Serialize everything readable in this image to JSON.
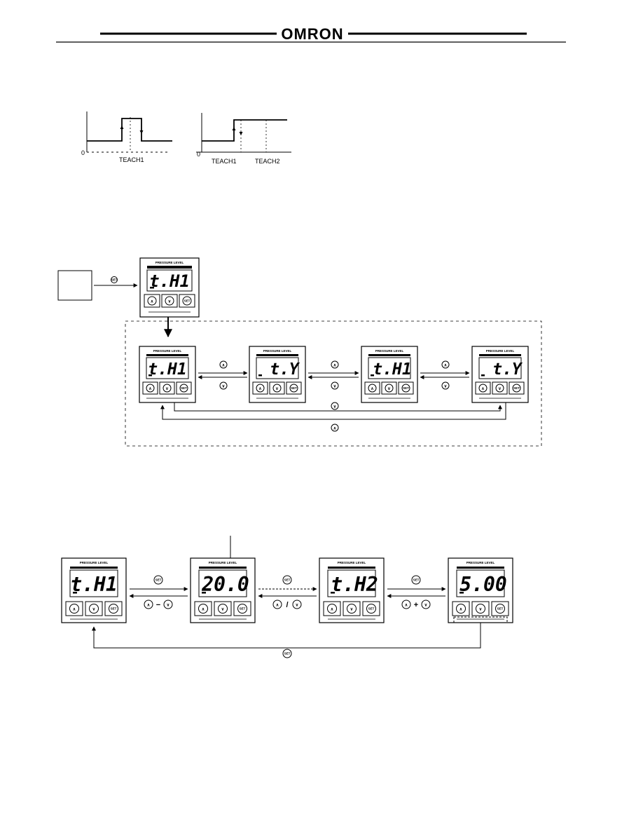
{
  "header": {
    "brand": "OMRON"
  },
  "waveforms": {
    "graph1": {
      "origin_label": "0",
      "x_label": "TEACH1"
    },
    "graph2": {
      "origin_label": "0",
      "x_label_1": "TEACH1",
      "x_label_2": "TEACH2"
    }
  },
  "keys": {
    "up": "∧",
    "down": "∨",
    "set": "SET"
  },
  "diagram_top": {
    "entry_display": {
      "label": "PRESSURE LEVEL",
      "value": "t.H1"
    },
    "states": [
      {
        "label": "PRESSURE LEVEL",
        "value": "t.H1"
      },
      {
        "label": "PRESSURE LEVEL",
        "value": "t.Y"
      },
      {
        "label": "PRESSURE LEVEL",
        "value": "t.H1"
      },
      {
        "label": "PRESSURE LEVEL",
        "value": "t.Y"
      }
    ]
  },
  "diagram_bottom": {
    "states": [
      {
        "label": "PRESSURE LEVEL",
        "value": "t.H1"
      },
      {
        "label": "PRESSURE LEVEL",
        "value": "20.0"
      },
      {
        "label": "PRESSURE LEVEL",
        "value": "t.H2"
      },
      {
        "label": "PRESSURE LEVEL",
        "value": "5.00"
      }
    ],
    "op_minus": "−",
    "op_slash": "/",
    "op_plus": "+"
  }
}
